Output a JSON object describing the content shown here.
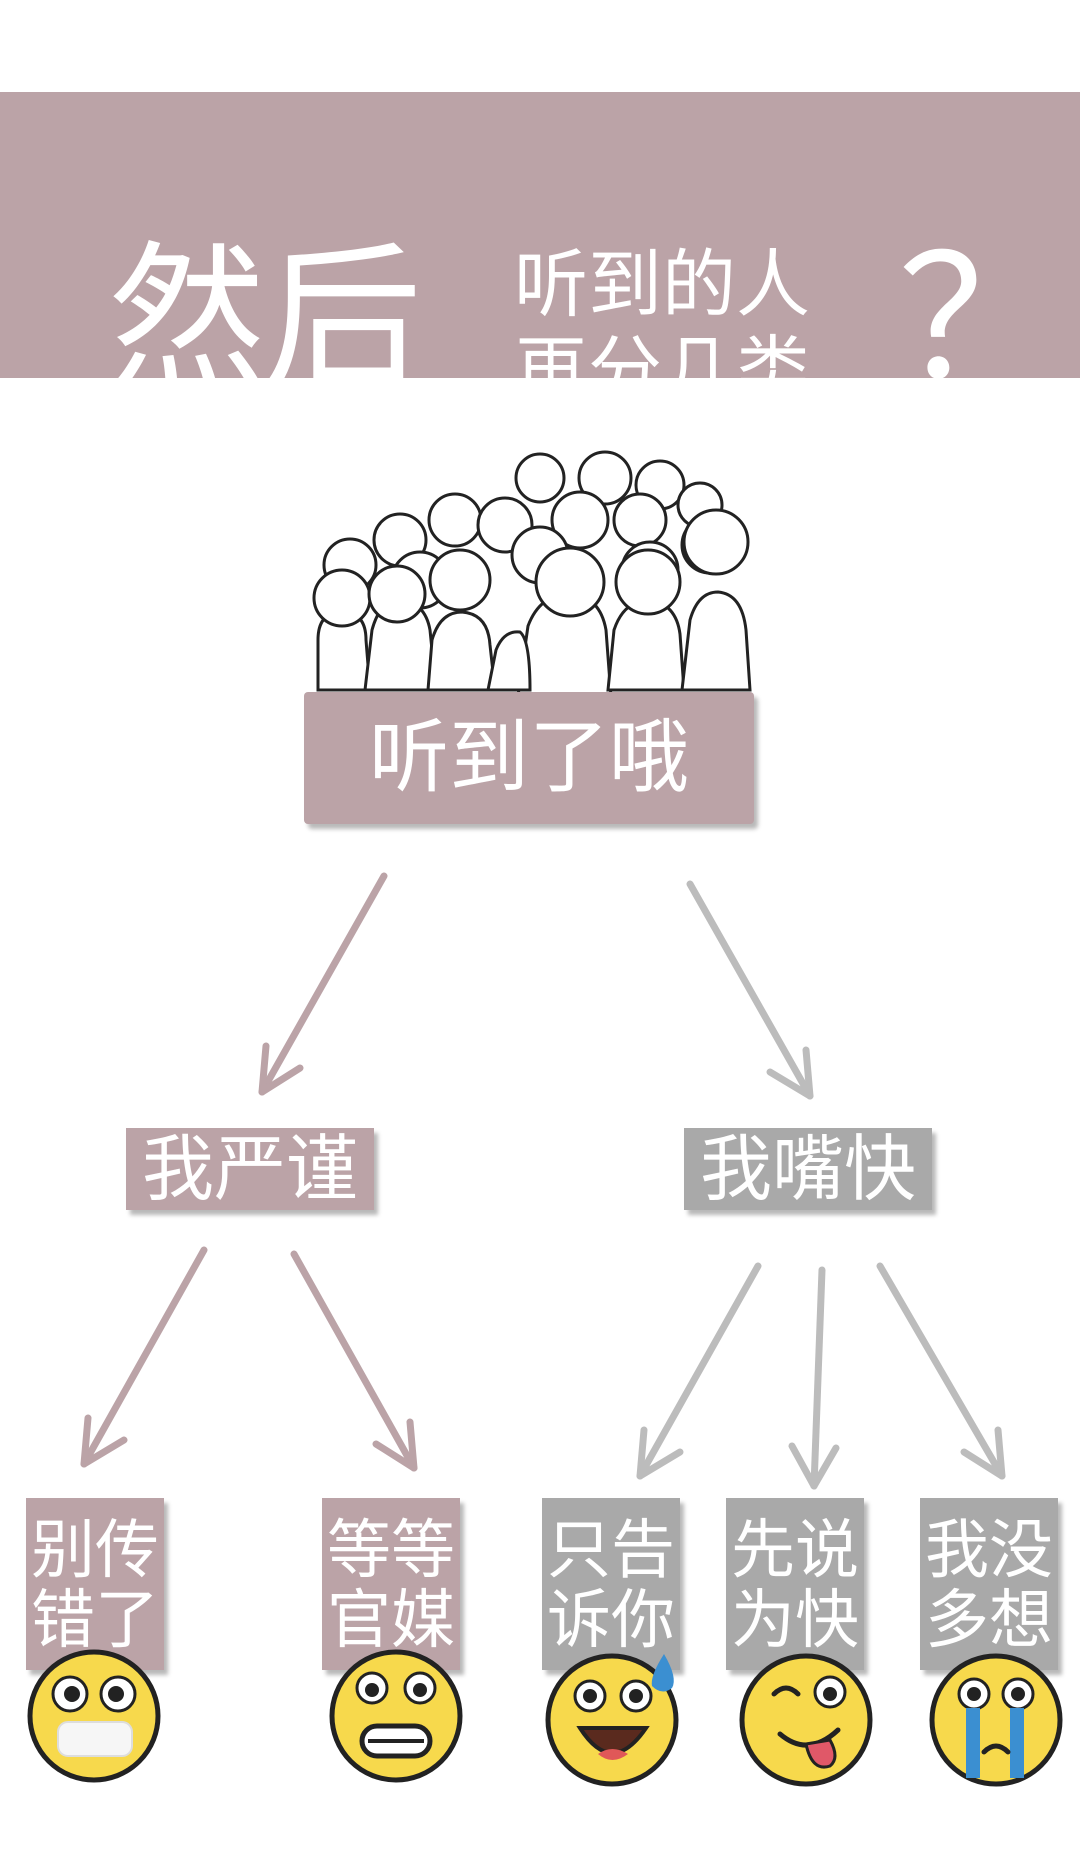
{
  "header": {
    "title_big": "然后",
    "title_small_line1": "听到的人",
    "title_small_line2": "再分几类",
    "question_mark": "？"
  },
  "root": {
    "label": "听到了哦"
  },
  "branches": [
    {
      "label": "我严谨"
    },
    {
      "label": "我嘴快"
    }
  ],
  "leaves": [
    {
      "label": "别传错了"
    },
    {
      "label": "等等官媒"
    },
    {
      "label": "只告诉你"
    },
    {
      "label": "先说为快"
    },
    {
      "label": "我没多想"
    }
  ],
  "colors": {
    "accent": "#bba3a7",
    "gray": "#a9a9a9",
    "emoji_yellow": "#f7d94c"
  },
  "icons": [
    "crowd-icon",
    "scared-emoji-icon",
    "grimace-emoji-icon",
    "sweat-emoji-icon",
    "tongue-emoji-icon",
    "crying-emoji-icon"
  ]
}
